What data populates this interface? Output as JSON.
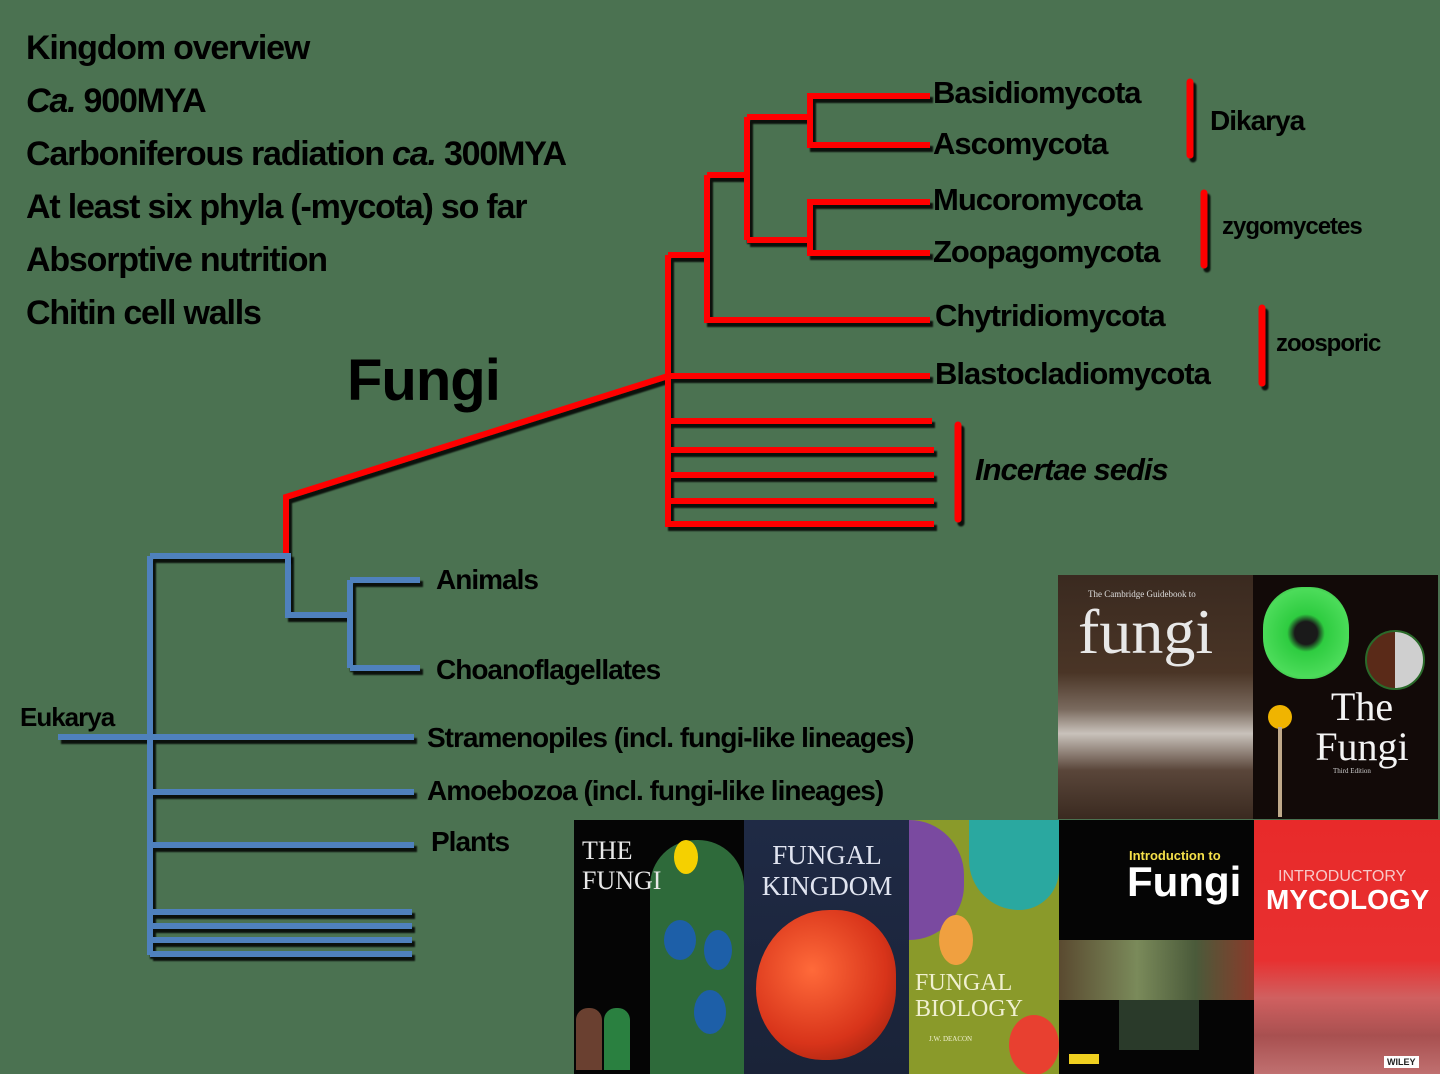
{
  "notes": [
    {
      "text": "Kingdom overview"
    },
    {
      "prefix": "Ca.",
      "text": " 900MYA"
    },
    {
      "text": "Carboniferous radiation ",
      "italic_part": "ca.",
      "suffix": " 300MYA"
    },
    {
      "text": "At least six phyla (-mycota) so far"
    },
    {
      "text": "Absorptive nutrition"
    },
    {
      "text": "Chitin cell walls"
    }
  ],
  "tree": {
    "fungi_label": "Fungi",
    "root_label": "Eukarya",
    "colors": {
      "fungi_branch": "#ff0000",
      "eukarya_branch": "#4f81bd",
      "background": "#4b7251"
    },
    "fungal_phyla": [
      {
        "name": "Basidiomycota"
      },
      {
        "name": "Ascomycota"
      },
      {
        "name": "Mucoromycota"
      },
      {
        "name": "Zoopagomycota"
      },
      {
        "name": "Chytridiomycota"
      },
      {
        "name": "Blastocladiomycota"
      }
    ],
    "fungal_groups": [
      {
        "name": "Dikarya",
        "members": [
          "Basidiomycota",
          "Ascomycota"
        ]
      },
      {
        "name": "zygomycetes",
        "members": [
          "Mucoromycota",
          "Zoopagomycota"
        ]
      },
      {
        "name": "zoosporic",
        "members": [
          "Chytridiomycota",
          "Blastocladiomycota"
        ]
      },
      {
        "name": "Incertae sedis",
        "members": [
          "unnamed lineage 1",
          "unnamed lineage 2",
          "unnamed lineage 3",
          "unnamed lineage 4",
          "unnamed lineage 5"
        ]
      }
    ],
    "eukarya_clades": [
      {
        "name": "Animals"
      },
      {
        "name": "Choanoflagellates"
      },
      {
        "name": "Stramenopiles (incl. fungi-like lineages)"
      },
      {
        "name": "Amoebozoa (incl. fungi-like lineages)"
      },
      {
        "name": "Plants"
      }
    ],
    "unlabeled_eukarya_lineages": 4
  },
  "books": [
    {
      "title": "fungi",
      "subtitle": "The Cambridge Guidebook to"
    },
    {
      "title": "The Fungi",
      "subtitle": "Third Edition"
    },
    {
      "title": "THE FUNGI",
      "subtitle": ""
    },
    {
      "title": "FUNGAL KINGDOM",
      "subtitle": ""
    },
    {
      "title": "FUNGAL BIOLOGY",
      "subtitle": "J.W. DEACON"
    },
    {
      "title": "Fungi",
      "subtitle": "Introduction to"
    },
    {
      "title": "MYCOLOGY",
      "subtitle": "INTRODUCTORY",
      "publisher": "WILEY"
    }
  ]
}
